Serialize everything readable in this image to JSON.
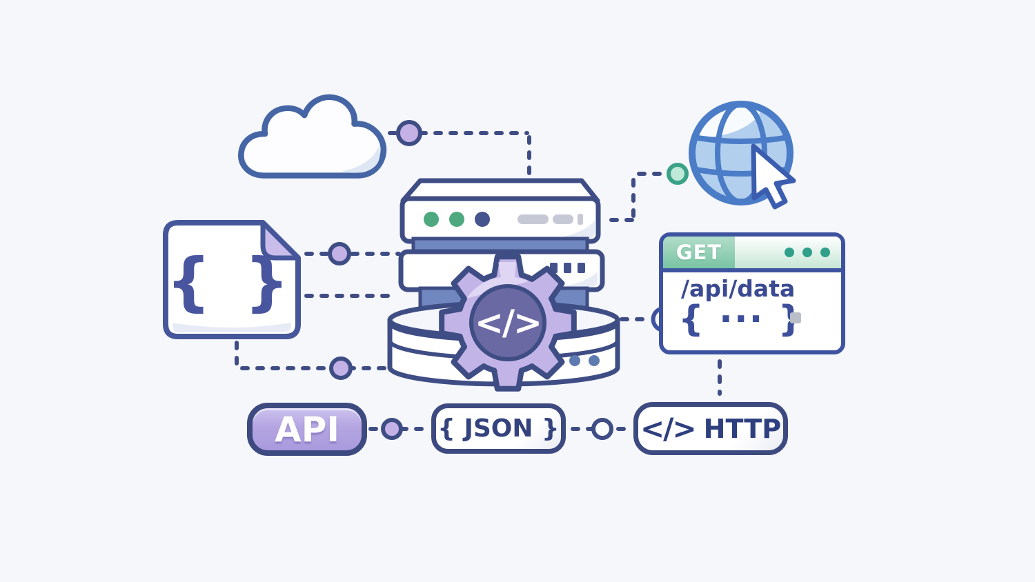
{
  "scene": {
    "background": "#f6f7fb",
    "outline_color": "#3f4d85",
    "purple_light": "#c3b4e7",
    "purple_dark": "#6a69a4",
    "node_purple": "#c4b2e6",
    "green_dot": "#4da87f",
    "teal_dot": "#2f9f8a",
    "globe_blue": "#4a7cc7",
    "band_blue": "#7187bf",
    "header_green": "#79c4a4"
  },
  "json_file": {
    "label": "{ }"
  },
  "gear": {
    "label": "</>"
  },
  "browser": {
    "method": "GET",
    "url": "/api/data",
    "body": "{ ··· }"
  },
  "badges": {
    "api": "API",
    "json": "{ JSON }",
    "http_icon": "</>",
    "http_label": "HTTP"
  }
}
